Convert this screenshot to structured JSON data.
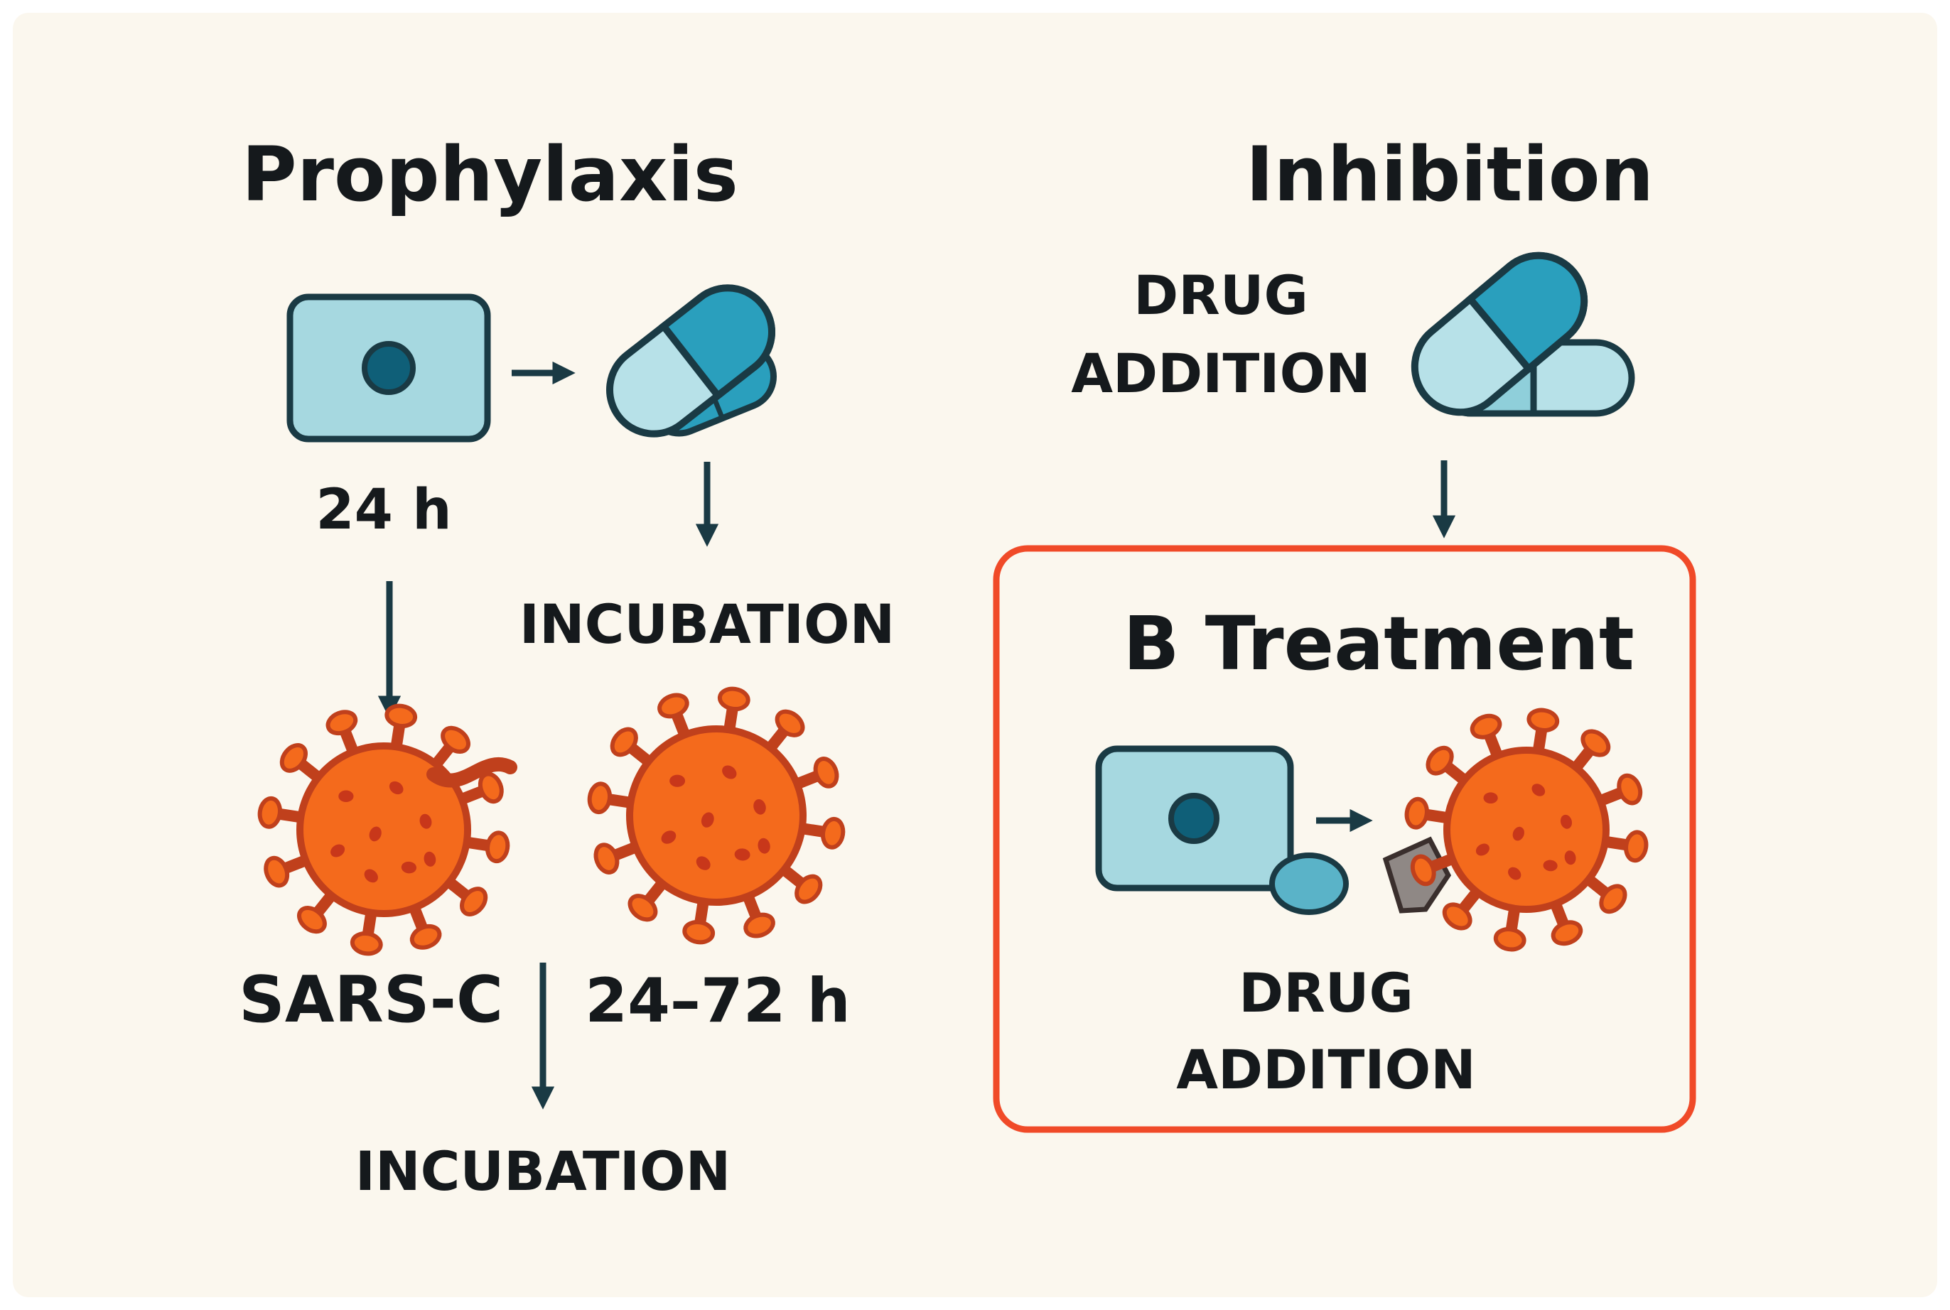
{
  "prophylaxis": {
    "title": "Prophylaxis",
    "time_1": "24 h",
    "step_1": "INCUBATION",
    "virus_label": "SARS-C",
    "time_2": "24–72 h",
    "step_2": "INCUBATION"
  },
  "inhibition": {
    "title": "Inhibition",
    "drug_line_1": "DRUG",
    "drug_line_2": "ADDITION"
  },
  "treatment_box": {
    "title": "B Treatment",
    "drug_line_1": "DRUG",
    "drug_line_2": "ADDITION"
  },
  "colors": {
    "background": "#fbf7ee",
    "cell_fill": "#a6d8e0",
    "cell_outline": "#1a3a44",
    "nucleus": "#0f5f78",
    "pill_light": "#b7e1e8",
    "pill_dark": "#2a9fbd",
    "virus_fill": "#f46a1c",
    "virus_spot": "#c8371a",
    "virus_outline": "#c0401c",
    "treatment_border": "#f04a28",
    "arrow": "#1a3a44"
  },
  "icons": [
    "cell-icon",
    "pill-icon",
    "virus-icon",
    "arrow-icon"
  ]
}
